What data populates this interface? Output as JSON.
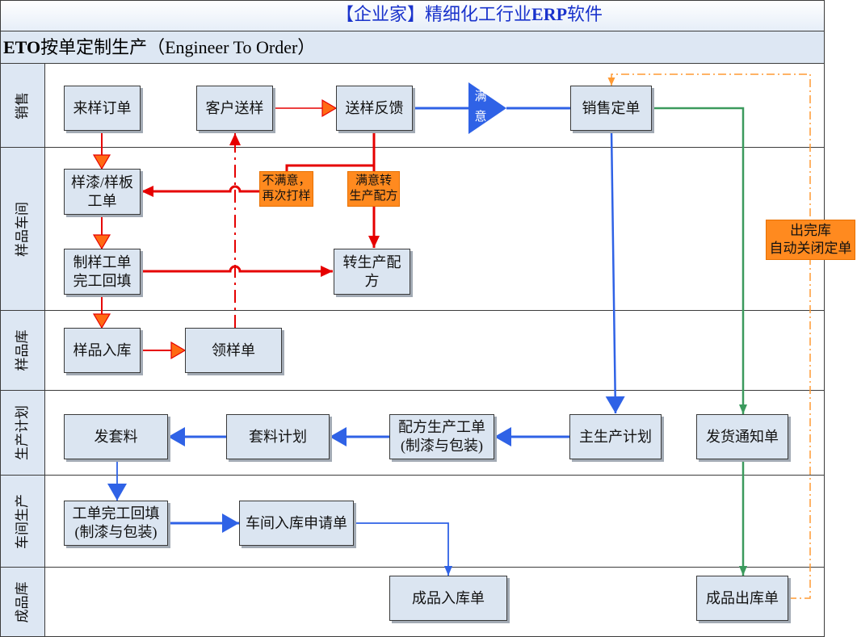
{
  "header": {
    "title_pre": "【企业家】精细化工行业",
    "title_bold": "ERP",
    "title_post": "软件",
    "subtitle_bold": "ETO",
    "subtitle_rest": "按单定制生产（Engineer To Order）"
  },
  "lanes": [
    "销售",
    "样品车间",
    "样品库",
    "生产计划",
    "车间生产",
    "成品库"
  ],
  "nodes": {
    "sample_order": "来样订单",
    "customer_sample": "客户送样",
    "sample_feedback": "送样反馈",
    "sales_order": "销售定单",
    "sample_work_order": [
      "样漆/样板",
      "工单"
    ],
    "sample_completion": [
      "制样工单",
      "完工回填"
    ],
    "to_production_formula": [
      "转生产配",
      "方"
    ],
    "sample_inbound": "样品入库",
    "sample_requisition": "领样单",
    "issue_kit": "发套料",
    "kit_plan": "套料计划",
    "formula_work_order": [
      "配方生产工单",
      "(制漆与包装)"
    ],
    "master_plan": "主生产计划",
    "delivery_notice": "发货通知单",
    "work_order_completion": [
      "工单完工回填",
      "(制漆与包装)"
    ],
    "workshop_inbound_request": "车间入库申请单",
    "finished_inbound": "成品入库单",
    "finished_outbound": "成品出库单"
  },
  "decision": [
    "满",
    "意"
  ],
  "notes": {
    "unsatisfied": [
      "不满意，",
      "再次打样"
    ],
    "satisfied": [
      "满意转",
      "生产配方"
    ],
    "auto_close": [
      "出完库",
      "自动关闭定单"
    ]
  },
  "colors": {
    "title_text": "#1a33cc",
    "lane_fill": "#dde7f3",
    "box_fill": "#dbe5f1",
    "sample_flow": "#e60000",
    "sample_arrowhead": "#ff6a13",
    "production_flow": "#2f62e6",
    "delivery_flow": "#3b9a5d",
    "close_flow": "#ff9a33",
    "note_fill": "#ff8a1f"
  }
}
